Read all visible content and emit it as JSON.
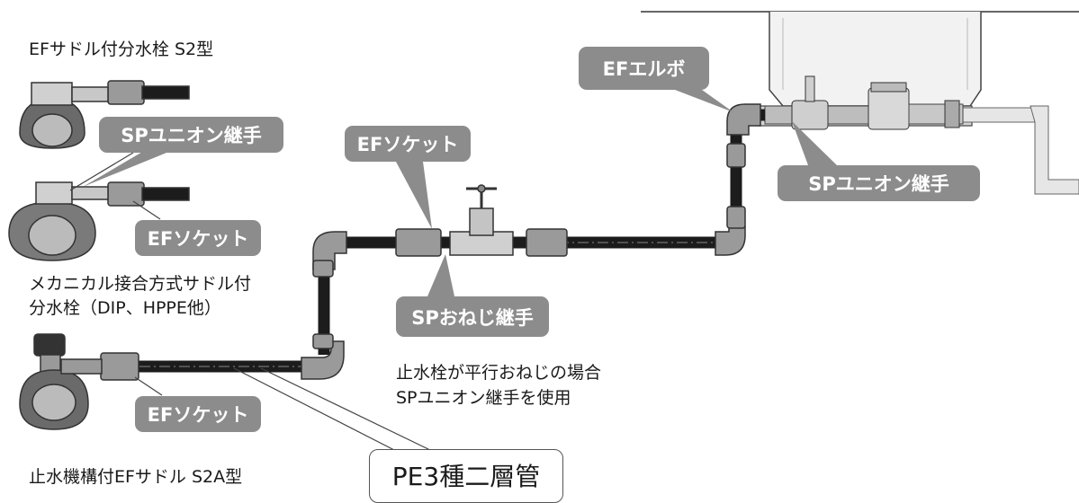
{
  "labels": {
    "saddle_s2": "EFサドル付分水栓 S2型",
    "mechanical_line1": "メカニカル接合方式サドル付",
    "mechanical_line2": "分水栓（DIP、HPPE他）",
    "stop_saddle_s2a": "止水機構付EFサドル S2A型",
    "note_line1": "止水栓が平行おねじの場合",
    "note_line2": "SPユニオン継手を使用"
  },
  "callouts": {
    "sp_union_left": "SPユニオン継手",
    "ef_socket_mid_left": "EFソケット",
    "ef_socket_bottom_left": "EFソケット",
    "ef_socket_center": "EFソケット",
    "sp_male_thread": "SPおねじ継手",
    "ef_elbow": "EFエルボ",
    "sp_union_right": "SPユニオン継手"
  },
  "pipe_label": "PE3種二層管",
  "colors": {
    "callout_bg": "#8c8c8c",
    "pipe": "#1c1c1c",
    "fitting": "#9a9a9a"
  }
}
